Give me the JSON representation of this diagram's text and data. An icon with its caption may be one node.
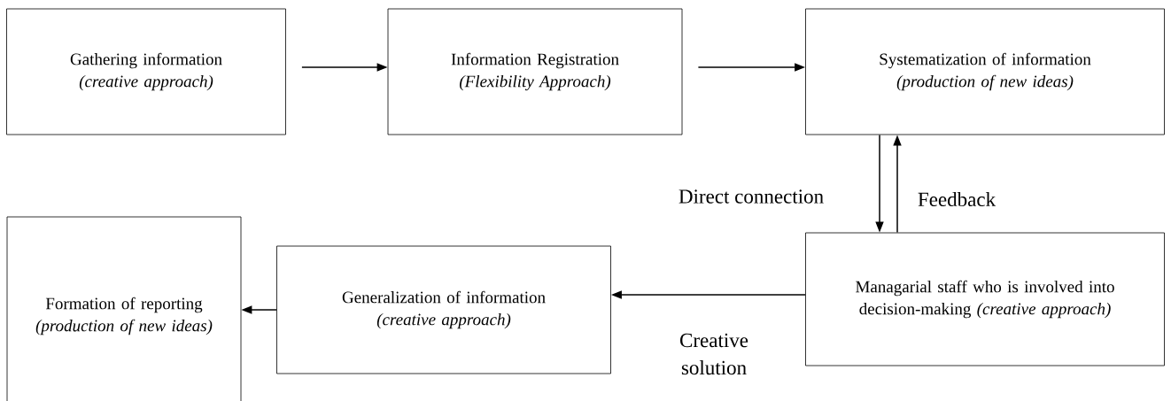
{
  "diagram": {
    "nodes": [
      {
        "text": [
          "Gathering information",
          "(creative approach)"
        ]
      },
      {
        "text": [
          "Information Registration",
          "(Flexibility Approach)"
        ]
      },
      {
        "text": [
          "Systematization of information",
          "(production of new ideas)"
        ]
      },
      {
        "text": [
          "Managarial staff who is involved into decision-making *(creative approach)*"
        ]
      },
      {
        "text": [
          "Generalization of information",
          "(creative approach)"
        ]
      },
      {
        "text": [
          "Formation of reporting *(production of new ideas)*"
        ]
      }
    ],
    "edges": [
      {
        "from": 0,
        "to": 1,
        "arrow": "to"
      },
      {
        "from": 1,
        "to": 2,
        "arrow": "to"
      },
      {
        "from": 2,
        "to": 3,
        "arrow": "to",
        "label": "Direct connection"
      },
      {
        "from": 3,
        "to": 2,
        "arrow": "to",
        "label": "Feedback"
      },
      {
        "from": 3,
        "to": 4,
        "arrow": "to",
        "label": "Creative solution"
      },
      {
        "from": 4,
        "to": 5,
        "arrow": "to"
      }
    ]
  }
}
